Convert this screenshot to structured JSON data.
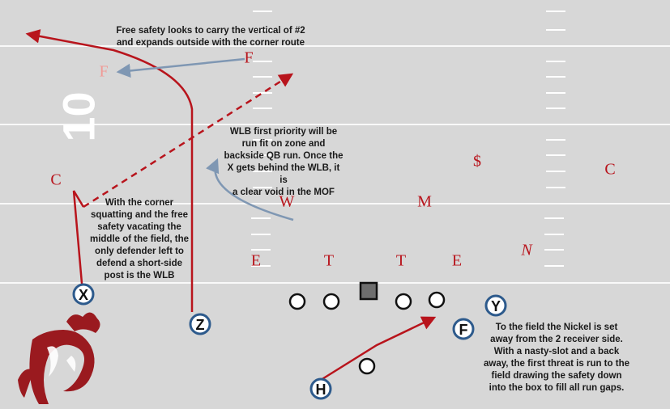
{
  "notes": {
    "free_safety": "Free safety looks to carry the vertical of #2\nand expands outside with the corner route",
    "wlb": "WLB first priority will be\nrun fit on zone and\nbackside QB run.  Once the\nX gets behind the WLB, it is\na clear void in the MOF",
    "corner": "With the corner\nsquatting and the free\nsafety vacating the\nmiddle of the field, the\nonly defender left to\ndefend a short-side\npost is the WLB",
    "nickel": "To the field the Nickel is set\naway from the 2 receiver side.\nWith a nasty-slot and a back\naway, the first threat is run to the\nfield drawing the safety down\ninto the box to fill all run gaps."
  },
  "yard_number": "10",
  "defenders": {
    "free_safety": "F",
    "free_safety_original": "F",
    "corner_left": "C",
    "corner_right": "C",
    "strong_safety": "$",
    "will": "W",
    "mike": "M",
    "nickel": "N",
    "end_left": "E",
    "tackle_left": "T",
    "tackle_right": "T",
    "end_right": "E"
  },
  "offense": {
    "x": "X",
    "z": "Z",
    "y": "Y",
    "f": "F",
    "h": "H"
  },
  "colors": {
    "field": "#d7d7d7",
    "defense": "#b8141c",
    "offense_ring": "#2d5a8c",
    "route_red": "#b8141c",
    "arrow_blue": "#7f97b3",
    "cougar": "#9a1a1f"
  }
}
